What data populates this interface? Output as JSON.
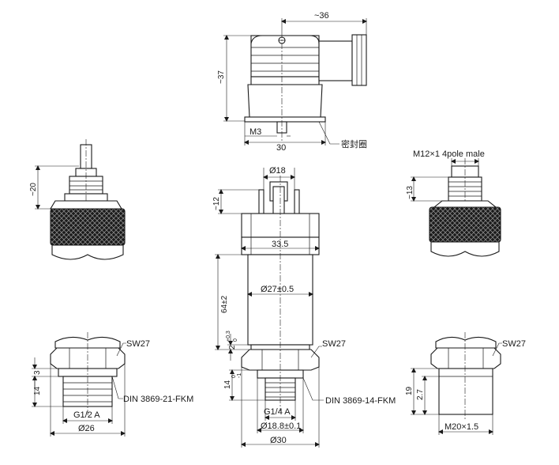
{
  "dims": {
    "connector_width": "~36",
    "connector_height": "~37",
    "screw": "M3",
    "connector_base": "30",
    "seal": "密封圈",
    "cable_len": "~20",
    "m12_label": "M12×1 4pole male",
    "m12_len": "~13",
    "pin_dia": "Ø18",
    "top_len": "~12",
    "flange": "33.5",
    "body_dia": "Ø27±0.5",
    "body_len": "64±2",
    "gap_main": "2",
    "gap_sup": "+0.3",
    "gap_sub": "0",
    "wrench_a": "SW27",
    "wrench_b": "SW27",
    "wrench_c": "SW27",
    "thread_len_b_main": "14",
    "thread_len_b_sup": "0",
    "thread_len_b_sub": "-1",
    "din_a": "DIN 3869-21-FKM",
    "din_b": "DIN 3869-14-FKM",
    "g_half": "G1/2 A",
    "g_quarter": "G1/4 A",
    "dia26": "Ø26",
    "dia18_8": "Ø18.8±0.1",
    "dia30": "Ø30",
    "left_3": "3",
    "left_14": "14",
    "right_19": "19",
    "right_27": "2.7",
    "m20": "M20×1.5"
  }
}
